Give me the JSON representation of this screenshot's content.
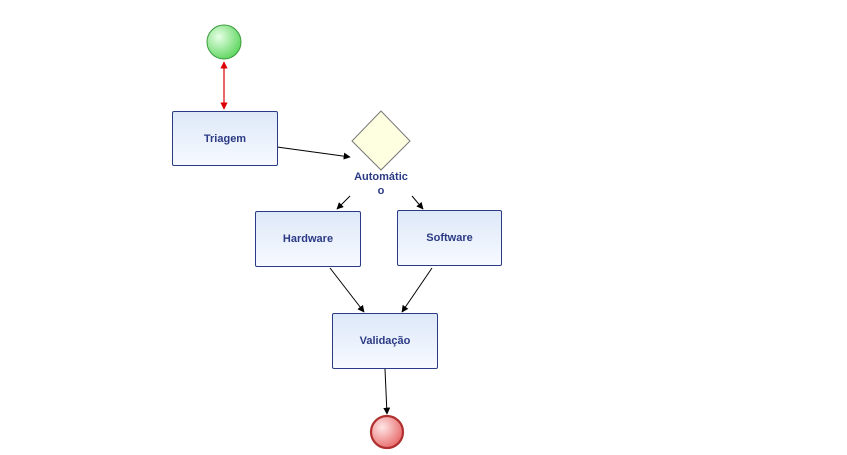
{
  "diagram": {
    "tasks": {
      "triagem": "Triagem",
      "hardware": "Hardware",
      "software": "Software",
      "validacao": "Validação"
    },
    "gateway": {
      "label": "Automático"
    },
    "colors": {
      "task_border": "#2b3a85",
      "task_fill_top": "#dde8f8",
      "task_fill_bottom": "#f7faff",
      "start_event": "#7de37d",
      "end_event": "#f08080",
      "gateway_fill": "#fefee0",
      "connector": "#000000",
      "start_connector": "#dd0000"
    }
  }
}
